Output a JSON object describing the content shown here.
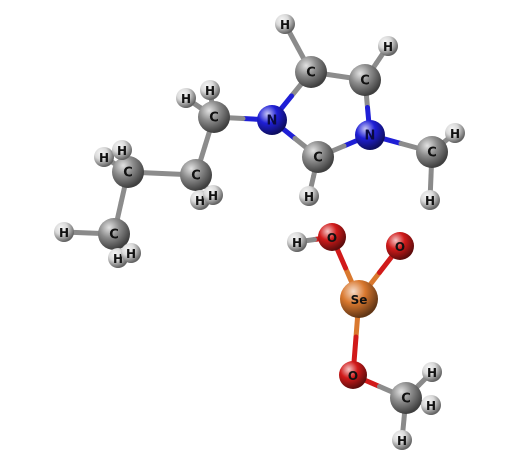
{
  "element_colors": {
    "C": "#8c8c8c",
    "H": "#d9d9d9",
    "N": "#1f1fd6",
    "O": "#d11a1a",
    "Se": "#d9782e"
  },
  "bond_color": "#8a8a8a",
  "atoms": [
    {
      "id": "h_c4",
      "symbol": "H"
    },
    {
      "id": "h_c5",
      "symbol": "H"
    },
    {
      "id": "c4",
      "symbol": "C"
    },
    {
      "id": "c5",
      "symbol": "C"
    },
    {
      "id": "n1",
      "symbol": "N"
    },
    {
      "id": "n3",
      "symbol": "N"
    },
    {
      "id": "c2",
      "symbol": "C"
    },
    {
      "id": "h_c2",
      "symbol": "H"
    },
    {
      "id": "cm",
      "symbol": "C"
    },
    {
      "id": "h_cm1",
      "symbol": "H"
    },
    {
      "id": "h_cm2",
      "symbol": "H"
    },
    {
      "id": "cb1",
      "symbol": "C"
    },
    {
      "id": "h_cb1a",
      "symbol": "H"
    },
    {
      "id": "h_cb1b",
      "symbol": "H"
    },
    {
      "id": "cb2",
      "symbol": "C"
    },
    {
      "id": "h_cb2a",
      "symbol": "H"
    },
    {
      "id": "h_cb2b",
      "symbol": "H"
    },
    {
      "id": "cb3",
      "symbol": "C"
    },
    {
      "id": "h_cb3a",
      "symbol": "H"
    },
    {
      "id": "h_cb3b",
      "symbol": "H"
    },
    {
      "id": "cb4",
      "symbol": "C"
    },
    {
      "id": "h_cb4a",
      "symbol": "H"
    },
    {
      "id": "h_cb4b",
      "symbol": "H"
    },
    {
      "id": "h_cb4c",
      "symbol": "H"
    },
    {
      "id": "se",
      "symbol": "Se"
    },
    {
      "id": "o_h",
      "symbol": "O"
    },
    {
      "id": "h_oh",
      "symbol": "H"
    },
    {
      "id": "o_d",
      "symbol": "O"
    },
    {
      "id": "o_m",
      "symbol": "O"
    },
    {
      "id": "c_om",
      "symbol": "C"
    },
    {
      "id": "h_om1",
      "symbol": "H"
    },
    {
      "id": "h_om2",
      "symbol": "H"
    },
    {
      "id": "h_om3",
      "symbol": "H"
    }
  ],
  "bonds": [
    [
      "h_c4",
      "c4"
    ],
    [
      "h_c5",
      "c5"
    ],
    [
      "c4",
      "c5"
    ],
    [
      "c4",
      "n1"
    ],
    [
      "c5",
      "n3"
    ],
    [
      "n1",
      "c2"
    ],
    [
      "n3",
      "c2"
    ],
    [
      "c2",
      "h_c2"
    ],
    [
      "n3",
      "cm"
    ],
    [
      "cm",
      "h_cm1"
    ],
    [
      "cm",
      "h_cm2"
    ],
    [
      "n1",
      "cb1"
    ],
    [
      "cb1",
      "h_cb1a"
    ],
    [
      "cb1",
      "h_cb1b"
    ],
    [
      "cb1",
      "cb2"
    ],
    [
      "cb2",
      "h_cb2a"
    ],
    [
      "cb2",
      "h_cb2b"
    ],
    [
      "cb2",
      "cb3"
    ],
    [
      "cb3",
      "h_cb3a"
    ],
    [
      "cb3",
      "h_cb3b"
    ],
    [
      "cb3",
      "cb4"
    ],
    [
      "cb4",
      "h_cb4a"
    ],
    [
      "cb4",
      "h_cb4b"
    ],
    [
      "cb4",
      "h_cb4c"
    ],
    [
      "se",
      "o_h"
    ],
    [
      "o_h",
      "h_oh"
    ],
    [
      "se",
      "o_d"
    ],
    [
      "se",
      "o_m"
    ],
    [
      "o_m",
      "c_om"
    ],
    [
      "c_om",
      "h_om1"
    ],
    [
      "c_om",
      "h_om2"
    ],
    [
      "c_om",
      "h_om3"
    ]
  ]
}
